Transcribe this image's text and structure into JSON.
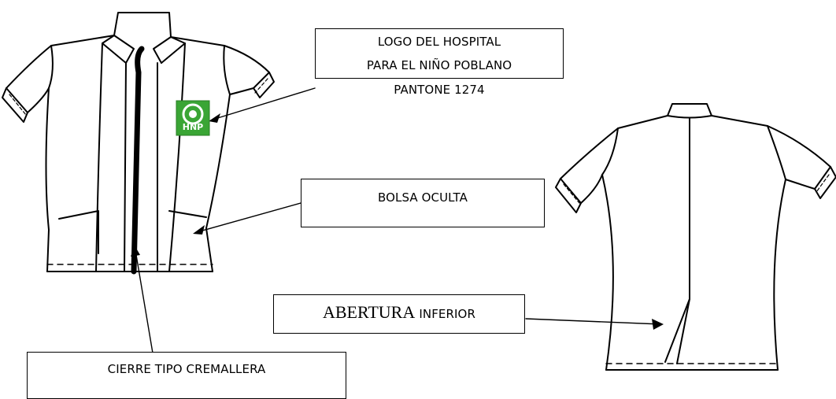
{
  "labels": {
    "logo_line1": "LOGO DEL HOSPITAL",
    "logo_line2": "PARA EL NIÑO POBLANO",
    "logo_line3": "PANTONE 1274",
    "bolsa": "BOLSA OCULTA",
    "abertura_big": "ABERTURA",
    "abertura_small": "INFERIOR",
    "cierre": "CIERRE TIPO CREMALLERA"
  },
  "logo": {
    "text": "HNP",
    "color": "#3aa535"
  },
  "colors": {
    "line": "#000000",
    "background": "#ffffff"
  }
}
